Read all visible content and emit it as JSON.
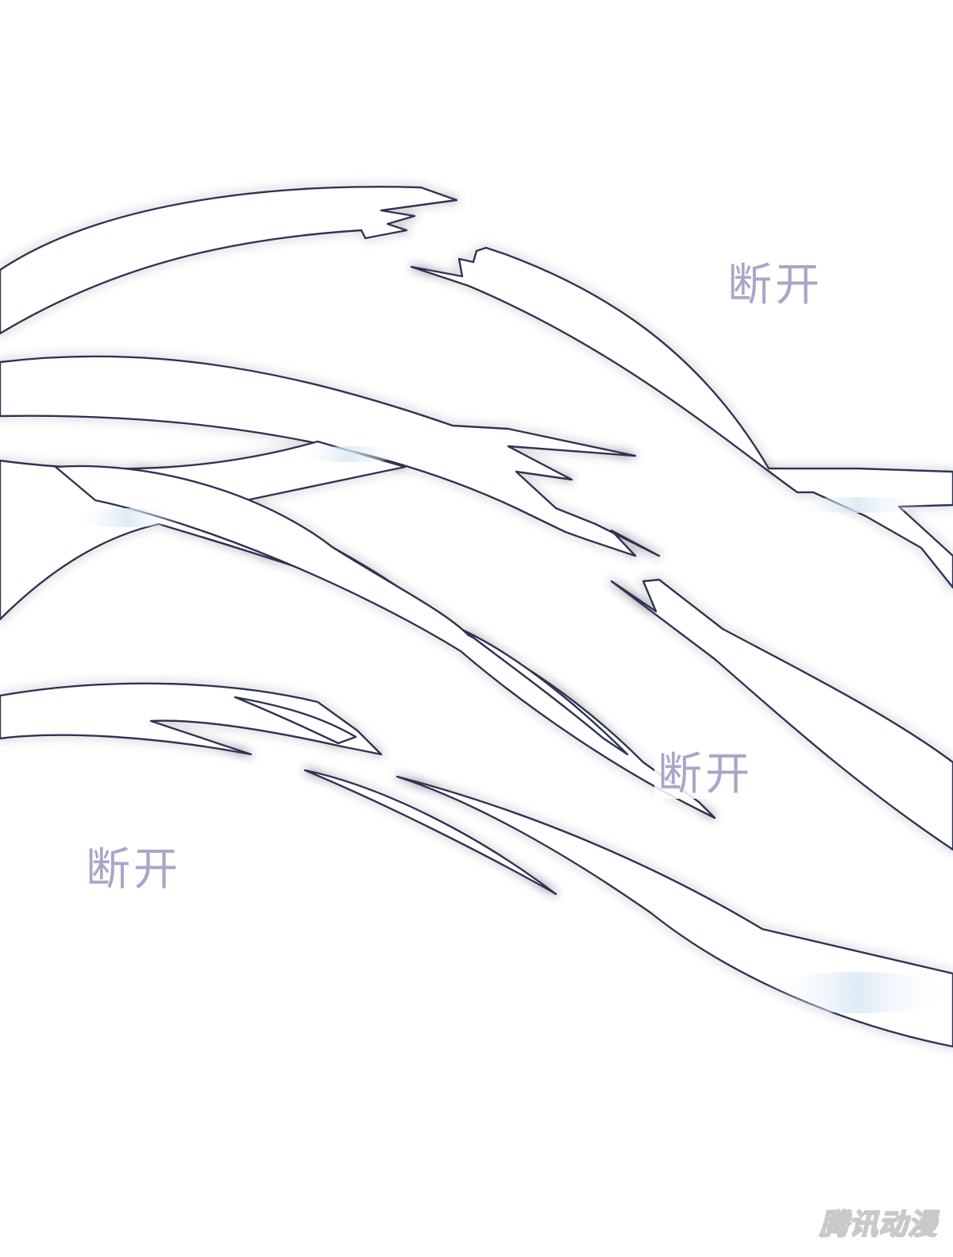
{
  "panel": {
    "sfx_labels": [
      "断开",
      "断开",
      "断开"
    ],
    "watermark": "腾讯动漫"
  },
  "colors": {
    "background": "#ffffff",
    "line": "#2f3352",
    "glow": "#c9cbe6",
    "ice_tint": "#d6e6f3",
    "sfx_text": "#a8a6c8"
  },
  "icons": [
    "broken-ice-shard-icon"
  ]
}
